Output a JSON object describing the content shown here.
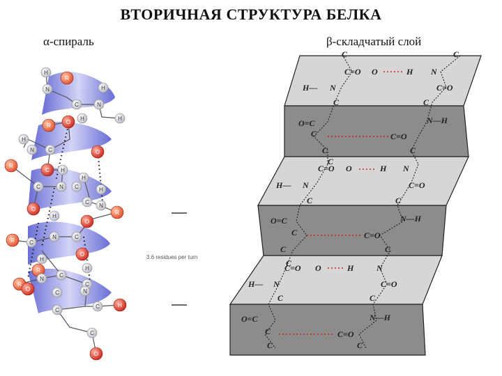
{
  "title": "ВТОРИЧНАЯ СТРУКТУРА БЕЛКА",
  "left": {
    "subtitle": "α-спираль",
    "measure_label": "3.6 residues per turn",
    "atoms": {
      "R": "R",
      "H": "H",
      "O": "O",
      "N": "N",
      "C": "C"
    }
  },
  "right": {
    "subtitle": "β-складчатый слой",
    "labels": {
      "C": "C",
      "N": "N",
      "H": "H",
      "O": "O",
      "O_eq_C": "O=C",
      "C_eq_O": "C=O",
      "H_dash": "H—",
      "dash_H": "—H",
      "N_dash_H": "N—H",
      "H_dash_N": "H—N"
    }
  },
  "colors": {
    "helix_ribbon": "#7a7ee0",
    "atom_R": "#e8603c",
    "atom_O": "#d83c2c",
    "atom_light": "#cfcfcf",
    "sheet_light": "#d6d6d6",
    "sheet_dark": "#8c8c8c"
  }
}
